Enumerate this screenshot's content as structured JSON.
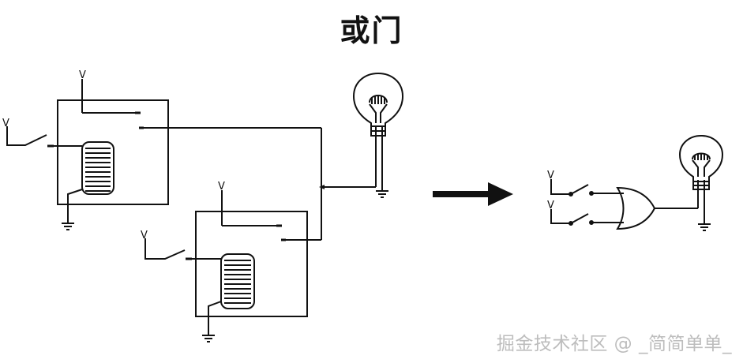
{
  "title": "或门",
  "labels": {
    "voltage": "V"
  },
  "watermark": "掘金技术社区 @ _简简单单_",
  "colors": {
    "line": "#111111",
    "arrow": "#111111",
    "watermark": "#bdbdbd"
  },
  "icons": {
    "lamp": "light-bulb-icon",
    "ground": "ground-icon",
    "arrow": "right-arrow-icon",
    "gate": "or-gate-icon"
  }
}
